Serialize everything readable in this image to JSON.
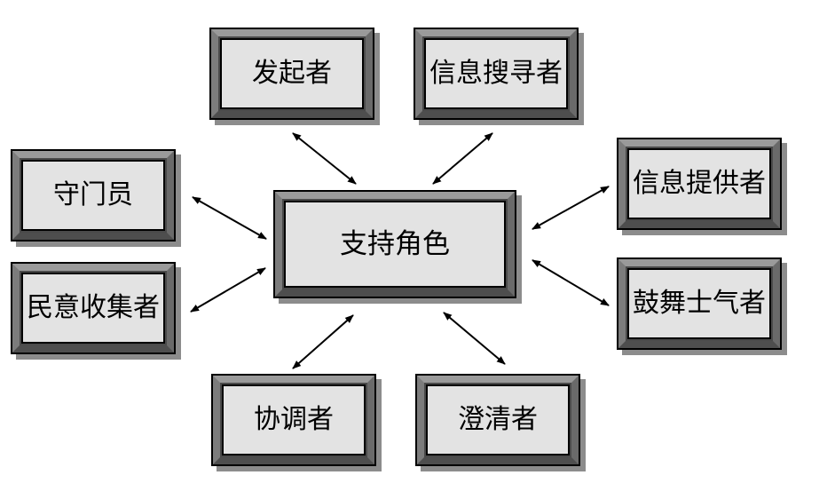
{
  "center": {
    "label": "支持角色"
  },
  "roles": {
    "initiator": {
      "label": "发起者"
    },
    "info_seeker": {
      "label": "信息搜寻者"
    },
    "info_giver": {
      "label": "信息提供者"
    },
    "encourager": {
      "label": "鼓舞士气者"
    },
    "clarifier": {
      "label": "澄清者"
    },
    "coordinator": {
      "label": "协调者"
    },
    "opinion_gatherer": {
      "label": "民意收集者"
    },
    "gatekeeper": {
      "label": "守门员"
    }
  }
}
